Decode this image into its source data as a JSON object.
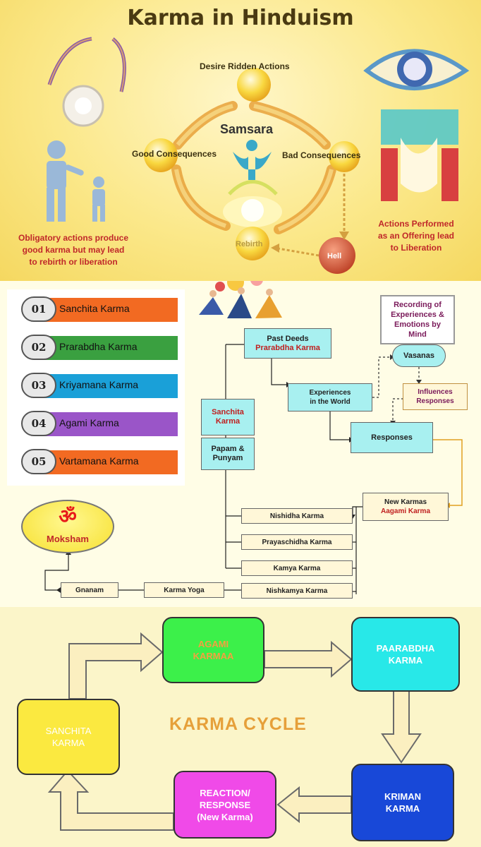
{
  "section1": {
    "title": "Karma in Hinduism",
    "samsara": "Samsara",
    "desire_ridden_actions": "Desire Ridden Actions",
    "good_consequences": "Good Consequences",
    "bad_consequences": "Bad Consequences",
    "rebirth": "Rebirth",
    "hell": "Hell",
    "left_caption": [
      "Obligatory actions produce",
      "good karma but may lead",
      "to rebirth or liberation"
    ],
    "right_caption": [
      "Actions Performed",
      "as an Offering lead",
      "to Liberation"
    ]
  },
  "karma_types": [
    {
      "num": "01",
      "label": "Sanchita Karma",
      "color": "#f26a22"
    },
    {
      "num": "02",
      "label": "Prarabdha Karma",
      "color": "#3aa040"
    },
    {
      "num": "03",
      "label": "Kriyamana Karma",
      "color": "#1aa0d8"
    },
    {
      "num": "04",
      "label": "Agami Karma",
      "color": "#9a55c8"
    },
    {
      "num": "05",
      "label": "Vartamana Karma",
      "color": "#f26a22"
    }
  ],
  "flow": {
    "past_deeds": "Past Deeds",
    "prarabdha": "Prarabdha Karma",
    "recording": [
      "Recording of",
      "Experiences &",
      "Emotions by",
      "Mind"
    ],
    "vasanas": "Vasanas",
    "experiences": [
      "Experiences",
      "in the World"
    ],
    "influences": [
      "Influences",
      "Responses"
    ],
    "sanchita": [
      "Sanchita",
      "Karma"
    ],
    "papam": [
      "Papam &",
      "Punyam"
    ],
    "responses": "Responses",
    "new_karmas": "New Karmas",
    "aagami": "Aagami Karma",
    "nishidha": "Nishidha Karma",
    "prayaschidha": "Prayaschidha Karma",
    "kamya": "Kamya Karma",
    "nishkamya": "Nishkamya Karma",
    "karma_yoga": "Karma Yoga",
    "gnanam": "Gnanam",
    "moksham": "Moksham",
    "om": "ॐ"
  },
  "cycle": {
    "title": "KARMA CYCLE",
    "agami": [
      "AGAMI",
      "KARMAA"
    ],
    "paarabdha": [
      "PAARABDHA",
      "KARMA"
    ],
    "sanchita": [
      "SANCHITA",
      "KARMA"
    ],
    "kriman": [
      "KRIMAN",
      "KARMA"
    ],
    "reaction": [
      "REACTION/",
      "RESPONSE",
      "(New Karma)"
    ]
  }
}
